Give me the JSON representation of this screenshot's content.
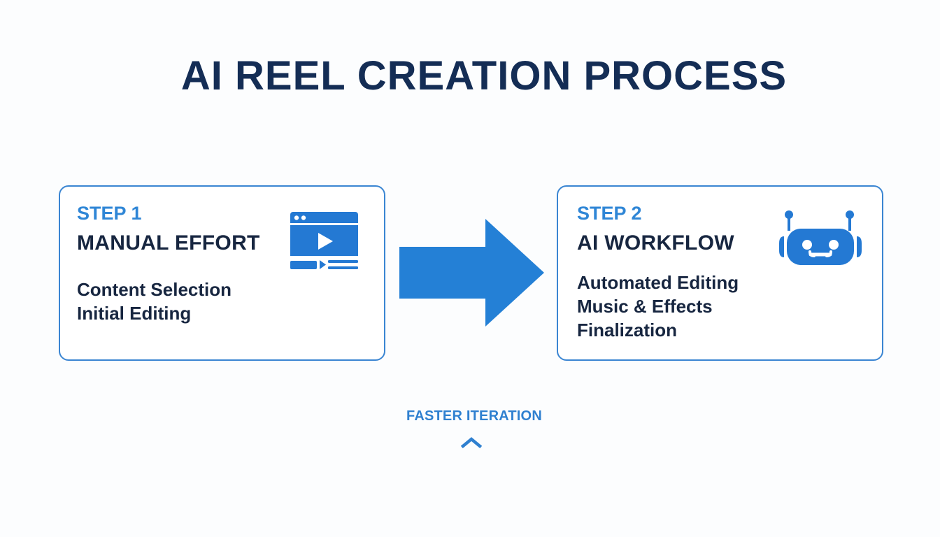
{
  "title": "AI REEL CREATION PROCESS",
  "colors": {
    "title": "#142d55",
    "accent": "#2f86d6",
    "card_border": "#3a85d2",
    "body_text": "#172640",
    "arrow": "#2480d6",
    "background": "#fcfdfe"
  },
  "steps": [
    {
      "label": "STEP 1",
      "heading": "MANUAL EFFORT",
      "icon": "video-player-icon",
      "items": [
        "Content Selection",
        "Initial Editing"
      ]
    },
    {
      "label": "STEP 2",
      "heading": "AI WORKFLOW",
      "icon": "robot-icon",
      "items": [
        "Automated Editing",
        "Music & Effects",
        "Finalization"
      ]
    }
  ],
  "connector": {
    "icon": "right-arrow-icon"
  },
  "footer": {
    "label": "FASTER ITERATION",
    "icon": "chevron-up-icon"
  }
}
